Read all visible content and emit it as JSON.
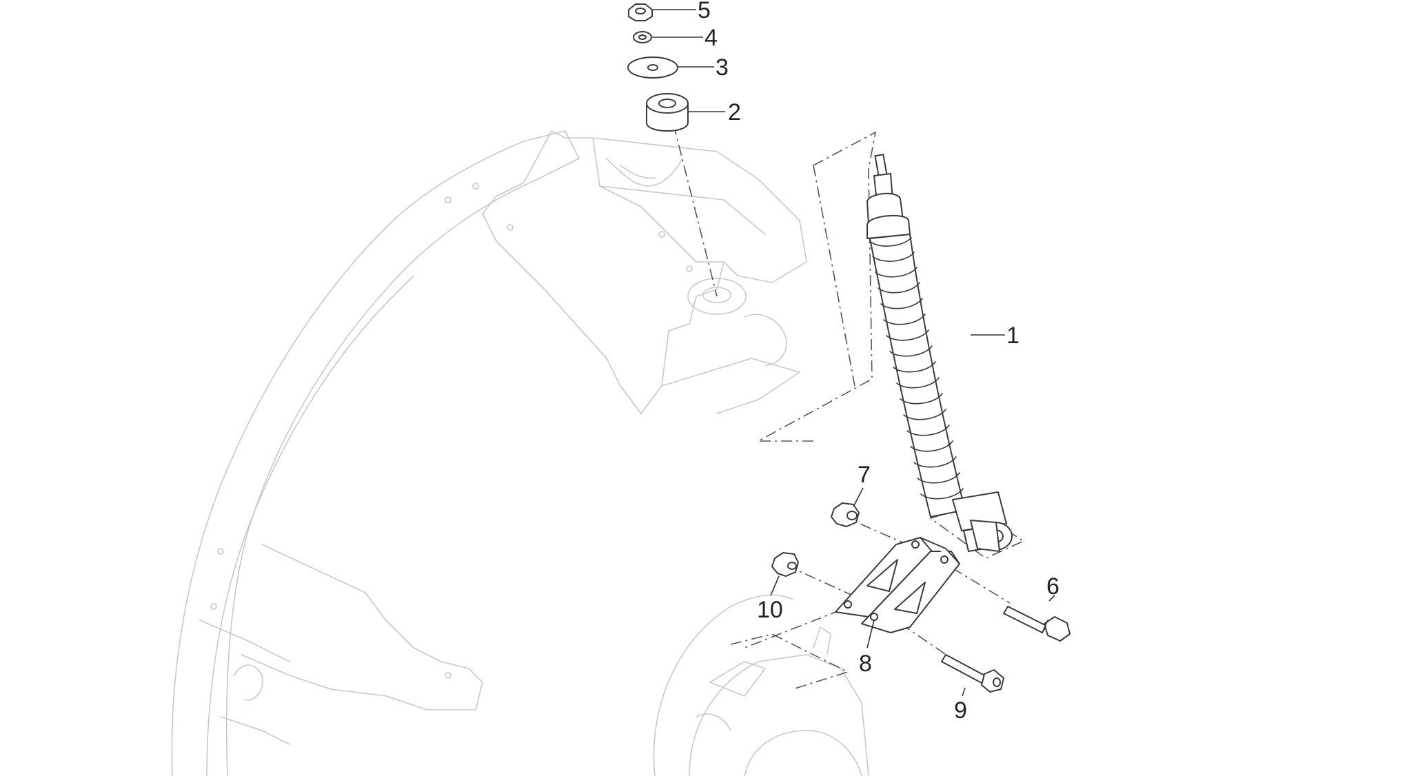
{
  "callouts": [
    {
      "id": "1",
      "label": "1"
    },
    {
      "id": "2",
      "label": "2"
    },
    {
      "id": "3",
      "label": "3"
    },
    {
      "id": "4",
      "label": "4"
    },
    {
      "id": "5",
      "label": "5"
    },
    {
      "id": "6",
      "label": "6"
    },
    {
      "id": "7",
      "label": "7"
    },
    {
      "id": "8",
      "label": "8"
    },
    {
      "id": "9",
      "label": "9"
    },
    {
      "id": "10",
      "label": "10"
    }
  ],
  "colors": {
    "part_stroke": "#3a3a3a",
    "ghost_stroke": "#c8c8c8",
    "background": "#ffffff"
  }
}
